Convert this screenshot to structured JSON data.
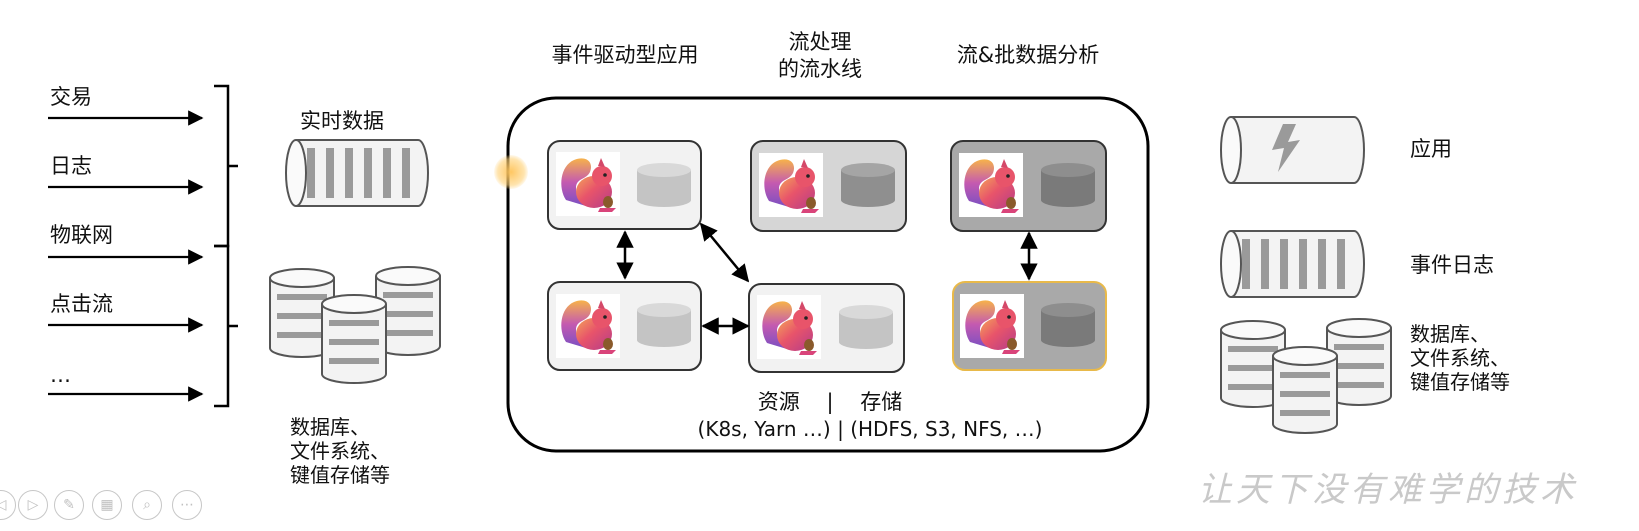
{
  "sources": {
    "items": [
      "交易",
      "日志",
      "物联网",
      "点击流",
      "…"
    ]
  },
  "left_storage": {
    "realtime_label": "实时数据",
    "db_label": "数据库、\n文件系统、\n键值存储等"
  },
  "center": {
    "column_titles": [
      "事件驱动型应用",
      "流处理\n的流水线",
      "流&批数据分析"
    ],
    "footer_line1": "资源    |    存储",
    "footer_line2": "(K8s, Yarn …) | (HDFS, S3, NFS, …)"
  },
  "legend": {
    "app_label": "应用",
    "event_log_label": "事件日志",
    "db_label": "数据库、\n文件系统、\n键值存储等"
  },
  "watermark": "让天下没有难学的技术",
  "player_controls": [
    "◁",
    "▷",
    "✎",
    "▦",
    "⌕",
    "⋯"
  ],
  "colors": {
    "node_light": "#f2f2f2",
    "node_mid": "#d6d6d6",
    "node_dark": "#a9a9a9",
    "node_highlight_border": "#e8b94a",
    "cylinder_gray": "#b5b5b5",
    "squirrel_body": "#e8546a"
  }
}
